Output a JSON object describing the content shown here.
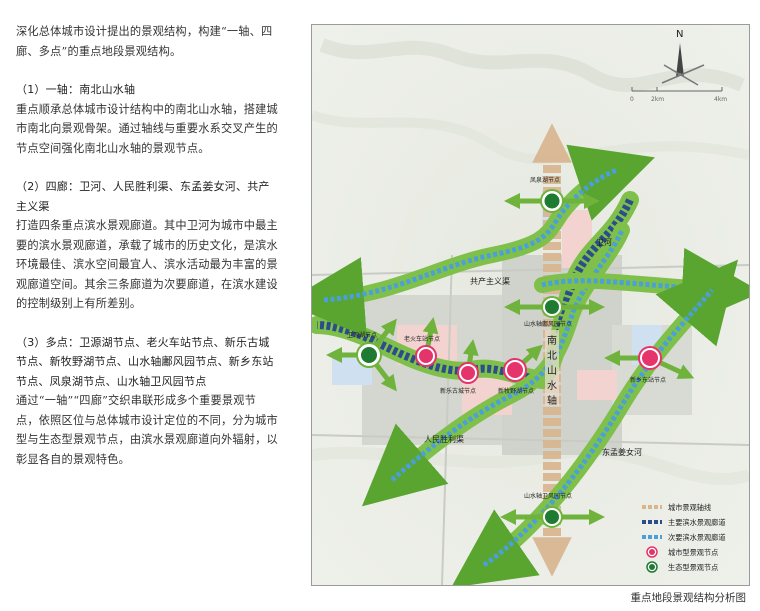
{
  "intro": "深化总体城市设计提出的景观结构，构建“一轴、四廊、多点”的重点地段景观结构。",
  "sections": [
    {
      "heading": "（1）一轴：南北山水轴",
      "body": "重点顺承总体城市设计结构中的南北山水轴，搭建城市南北向景观骨架。通过轴线与重要水系交叉产生的节点空间强化南北山水轴的景观节点。"
    },
    {
      "heading": "（2）四廊：卫河、人民胜利渠、东孟姜女河、共产主义渠",
      "body": "打造四条重点滨水景观廊道。其中卫河为城市中最主要的滨水景观廊道，承载了城市的历史文化，是滨水环境最佳、滨水空间最宜人、滨水活动最为丰富的景观廊道空间。其余三条廊道为次要廊道，在滨水建设的控制级别上有所差别。"
    },
    {
      "heading": "（3）多点：卫源湖节点、老火车站节点、新乐古城节点、新牧野湖节点、山水轴鄘风园节点、新乡东站节点、凤泉湖节点、山水轴卫风园节点",
      "body": "通过“一轴”“四廊”交织串联形成多个重要景观节点，依照区位与总体城市设计定位的不同，分为城市型与生态型景观节点，由滨水景观廊道向外辐射，以彰显各自的景观特色。"
    }
  ],
  "map": {
    "north": "N",
    "scale_labels": [
      "0",
      "2km",
      "4km"
    ],
    "axis_label_chars": [
      "南",
      "北",
      "山",
      "水",
      "轴"
    ],
    "corridors": {
      "weihe": "卫河",
      "gongchan": "共产主义渠",
      "renmin": "人民胜利渠",
      "dongmeng": "东孟姜女河"
    },
    "nodes": {
      "fengquan": "凤泉湖节点",
      "weiyuan": "卫源湖节点",
      "laohuoche": "老火车站节点",
      "xinle": "新乐古城节点",
      "xinmuye": "新牧野湖节点",
      "yongfeng": "山水轴鄘风园节点",
      "xinxiang_east": "新乡东站节点",
      "weifeng": "山水轴卫风园节点"
    },
    "legend": [
      {
        "label": "城市景观轴线",
        "kind": "axis",
        "color": "#d9b58e"
      },
      {
        "label": "主要滨水景观廊道",
        "kind": "main-corridor",
        "color": "#2c4d8c"
      },
      {
        "label": "次要滨水景观廊道",
        "kind": "minor-corridor",
        "color": "#4aa0d8"
      },
      {
        "label": "城市型景观节点",
        "kind": "urban-node",
        "color": "#e5336b"
      },
      {
        "label": "生态型景观节点",
        "kind": "eco-node",
        "color": "#1f7a32"
      }
    ]
  },
  "caption": "重点地段景观结构分析图"
}
